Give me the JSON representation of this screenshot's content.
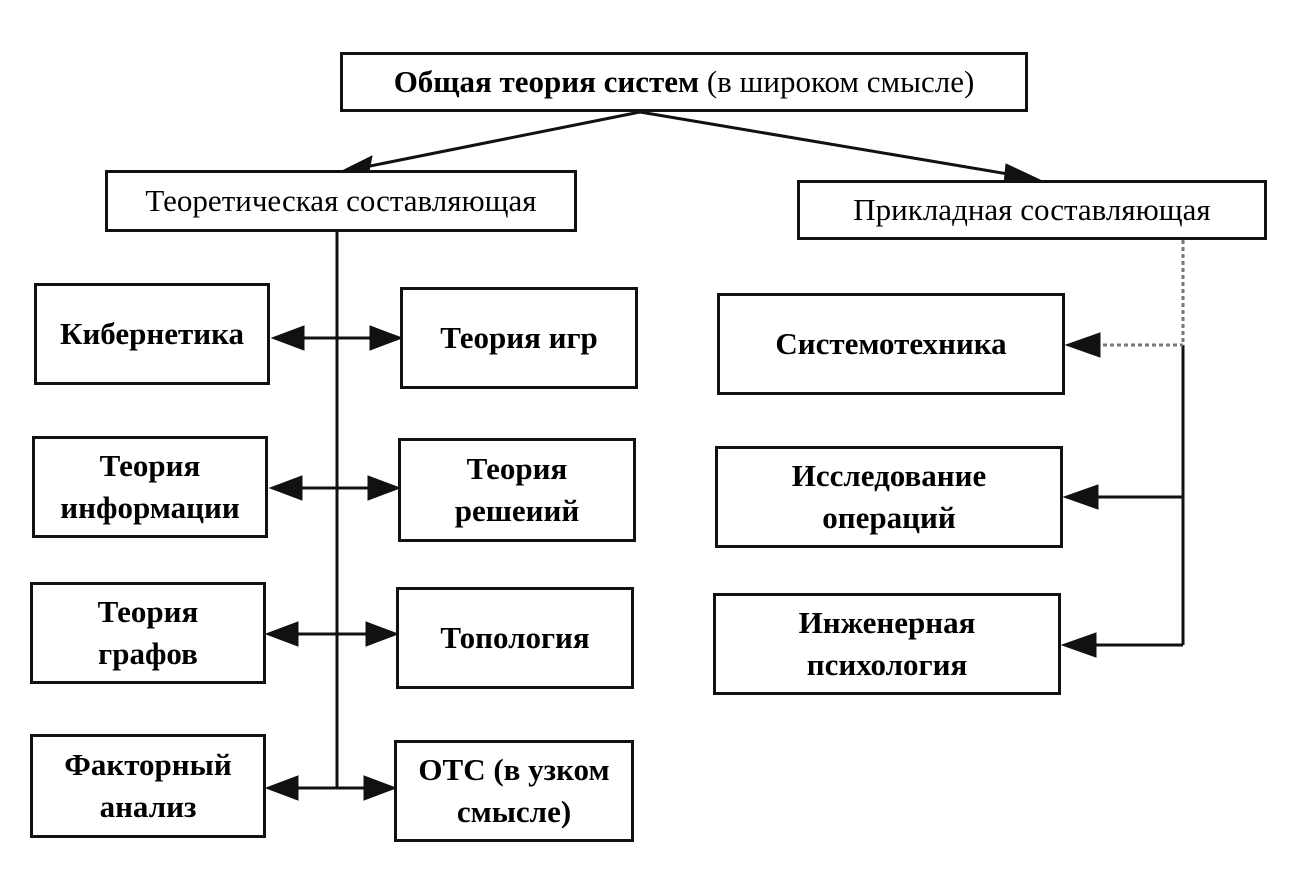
{
  "root": {
    "bold": "Общая теория систем",
    "rest": "(в широком смысле)"
  },
  "theoretical": {
    "label": "Теоретическая составляющая"
  },
  "applied": {
    "label": "Прикладная составляющая"
  },
  "theory_left": [
    {
      "lines": [
        "Кибернетика"
      ]
    },
    {
      "lines": [
        "Теория",
        "информации"
      ]
    },
    {
      "lines": [
        "Теория",
        "графов"
      ]
    },
    {
      "lines": [
        "Факторный",
        "анализ"
      ]
    }
  ],
  "theory_right": [
    {
      "lines": [
        "Теория игр"
      ]
    },
    {
      "lines": [
        "Теория",
        "решеиий"
      ]
    },
    {
      "lines": [
        "Топология"
      ]
    },
    {
      "lines": [
        "ОТС (в узком",
        "смысле)"
      ]
    }
  ],
  "applied_items": [
    {
      "lines": [
        "Системотехника"
      ]
    },
    {
      "lines": [
        "Исследование",
        "операций"
      ]
    },
    {
      "lines": [
        "Инженерная",
        "психология"
      ]
    }
  ]
}
